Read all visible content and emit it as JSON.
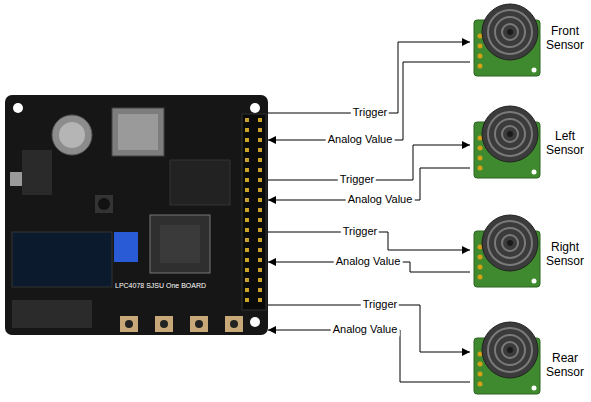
{
  "diagram": {
    "nodes": [
      {
        "text": [
          "LPC4078 SJSU One BOARD"
        ]
      },
      {
        "text": [
          "Front Sensor"
        ]
      },
      {
        "text": [
          "Left Sensor"
        ]
      },
      {
        "text": [
          "Right Sensor"
        ]
      },
      {
        "text": [
          "Rear Sensor"
        ]
      }
    ],
    "edges": [
      {
        "from": 0,
        "to": 1,
        "label": "Trigger",
        "arrow": "to"
      },
      {
        "from": 1,
        "to": 0,
        "label": "Analog Value",
        "arrow": "to"
      },
      {
        "from": 0,
        "to": 2,
        "label": "Trigger",
        "arrow": "to"
      },
      {
        "from": 2,
        "to": 0,
        "label": "Analog Value",
        "arrow": "to"
      },
      {
        "from": 0,
        "to": 3,
        "label": "Trigger",
        "arrow": "to"
      },
      {
        "from": 3,
        "to": 0,
        "label": "Analog Value",
        "arrow": "to"
      },
      {
        "from": 0,
        "to": 4,
        "label": "Trigger",
        "arrow": "to"
      },
      {
        "from": 4,
        "to": 0,
        "label": "Analog Value",
        "arrow": "to"
      }
    ]
  }
}
